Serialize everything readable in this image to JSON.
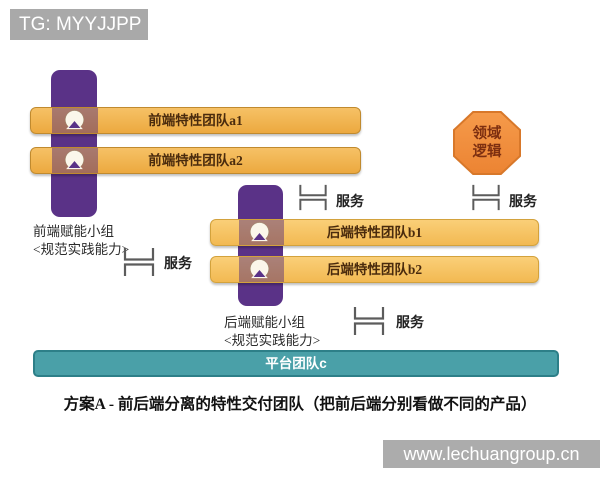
{
  "watermarks": {
    "top": "TG: MYYJJPP",
    "bottom": "www.lechuangroup.cn"
  },
  "frontend": {
    "teams": [
      "前端特性团队a1",
      "前端特性团队a2"
    ],
    "enabling_line1": "前端赋能小组",
    "enabling_line2": "<规范实践能力>"
  },
  "backend": {
    "teams": [
      "后端特性团队b1",
      "后端特性团队b2"
    ],
    "enabling_line1": "后端赋能小组",
    "enabling_line2": "<规范实践能力>"
  },
  "domain_logic": {
    "line1": "领域",
    "line2": "逻辑"
  },
  "platform_team": "平台团队c",
  "service_label": "服务",
  "caption": "方案A - 前后端分离的特性交付团队（把前后端分别看做不同的产品）",
  "colors": {
    "enabling_purple": "#5a3287",
    "frontend_bar": "#eca93f",
    "backend_bar": "#f2b952",
    "domain_octagon": "#ec8433",
    "platform_teal": "#4aa0a8",
    "watermark_gray": "#a9a9a9"
  }
}
